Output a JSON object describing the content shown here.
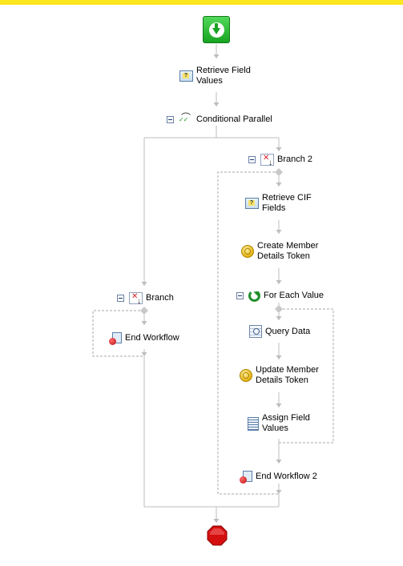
{
  "colors": {
    "header_stripe": "#fce61d",
    "connector": "#bdbdbd",
    "start_green": "#17a321",
    "stop_red": "#d40f0f"
  },
  "start": {
    "icon": "start-arrow-icon"
  },
  "nodes": {
    "retrieve_field_values": {
      "label": "Retrieve Field\nValues",
      "icon": "form-icon"
    },
    "conditional_parallel": {
      "label": "Conditional Parallel",
      "icon": "parallel-icon"
    },
    "branch_2": {
      "label": "Branch 2",
      "icon": "branch-icon"
    },
    "retrieve_cif_fields": {
      "label": "Retrieve CIF\nFields",
      "icon": "form-icon"
    },
    "create_member_details_token": {
      "label": "Create Member\nDetails Token",
      "icon": "token-icon"
    },
    "for_each_value": {
      "label": "For Each Value",
      "icon": "loop-icon"
    },
    "query_data": {
      "label": "Query Data",
      "icon": "query-icon"
    },
    "update_member_details_token": {
      "label": "Update Member\nDetails Token",
      "icon": "token-icon"
    },
    "assign_field_values": {
      "label": "Assign Field\nValues",
      "icon": "list-icon"
    },
    "end_workflow_2": {
      "label": "End Workflow 2",
      "icon": "end-workflow-icon"
    },
    "branch": {
      "label": "Branch",
      "icon": "branch-icon"
    },
    "end_workflow": {
      "label": "End Workflow",
      "icon": "end-workflow-icon"
    }
  },
  "stop": {
    "icon": "stop-octagon-icon"
  }
}
